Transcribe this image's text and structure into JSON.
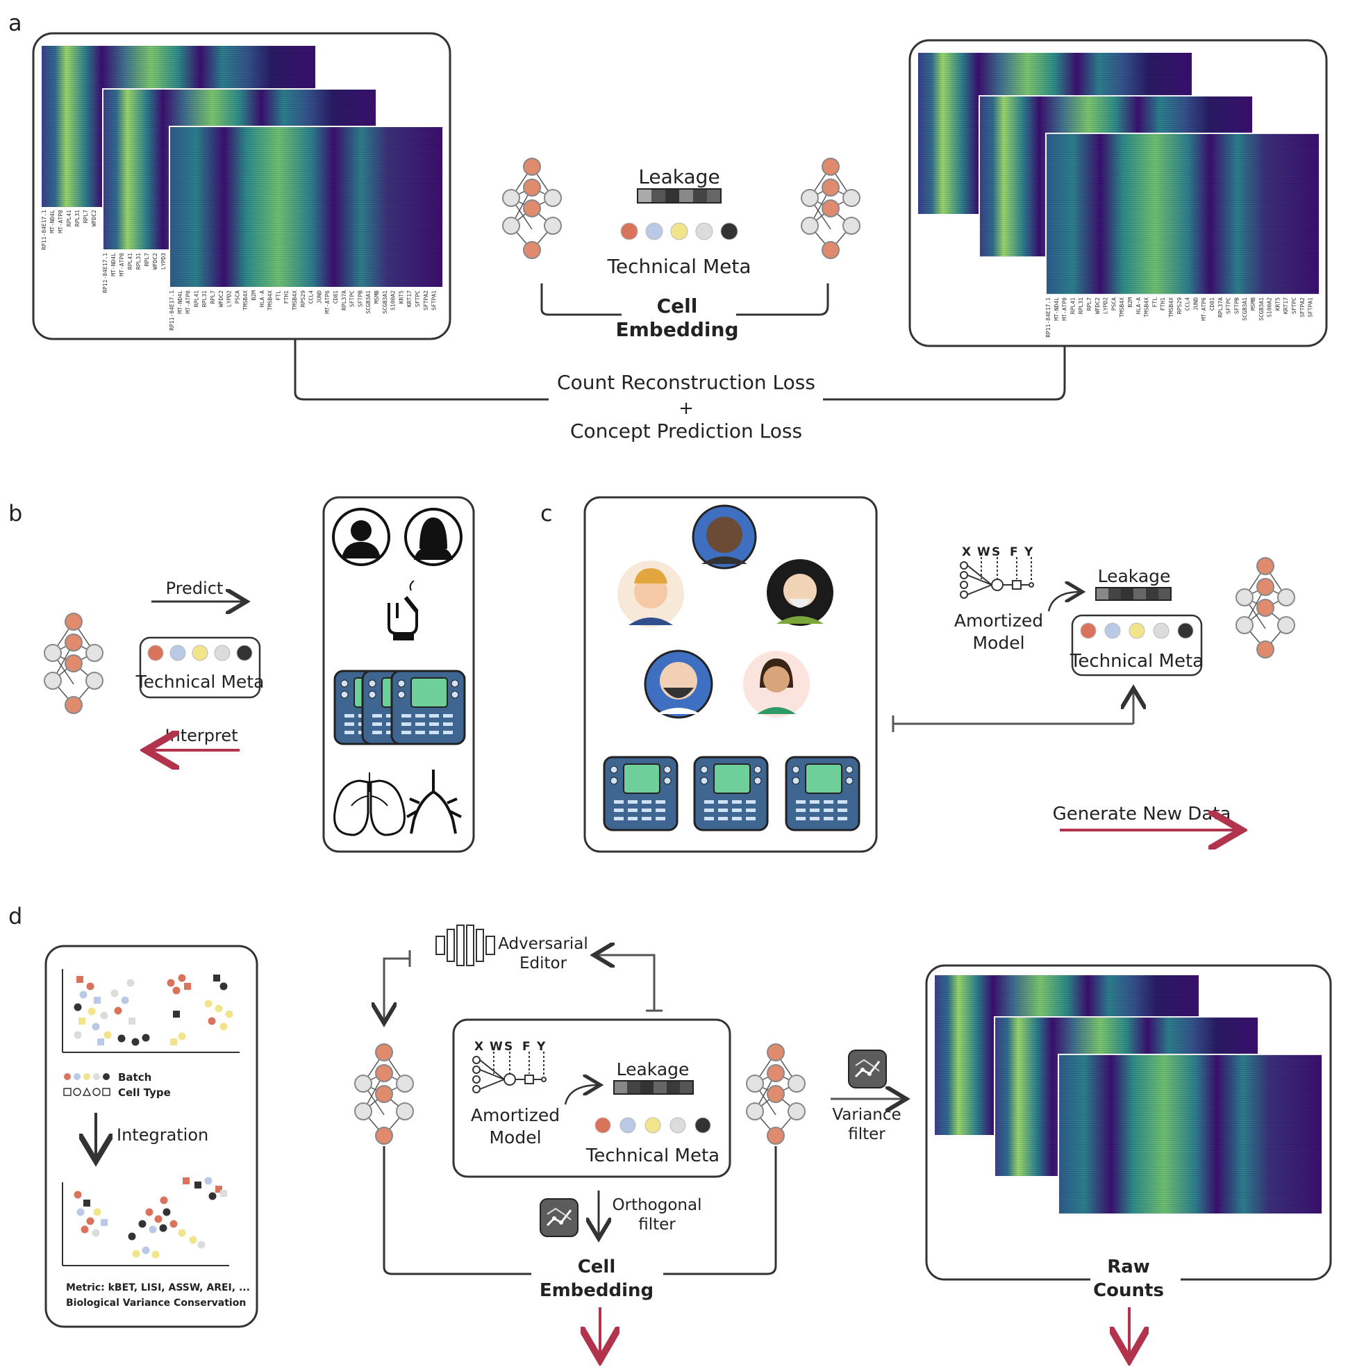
{
  "panels": {
    "a": {
      "letter": "a",
      "leakage": "Leakage",
      "technical_meta": "Technical Meta",
      "cell_embedding_line1": "Cell",
      "cell_embedding_line2": "Embedding",
      "loss_line1": "Count Reconstruction Loss",
      "loss_plus": "+",
      "loss_line2": "Concept Prediction Loss"
    },
    "b": {
      "letter": "b",
      "predict": "Predict",
      "interpret": "Interpret",
      "technical_meta": "Technical Meta"
    },
    "c": {
      "letter": "c",
      "amortized_line1": "Amortized",
      "amortized_line2": "Model",
      "leakage": "Leakage",
      "technical_meta": "Technical Meta",
      "generate": "Generate New Data",
      "causal_letters": [
        "X",
        "W",
        "S",
        "F",
        "Y"
      ]
    },
    "d": {
      "letter": "d",
      "batch": "Batch",
      "cell_type": "Cell Type",
      "integration": "Integration",
      "metric_line1": "Metric: kBET, LISI, ASSW, AREI, ...",
      "metric_line2": "Biological Variance Conservation",
      "adversarial_line1": "Adversarial",
      "adversarial_line2": "Editor",
      "amortized_line1": "Amortized",
      "amortized_line2": "Model",
      "leakage": "Leakage",
      "technical_meta": "Technical Meta",
      "orthogonal_line1": "Orthogonal",
      "orthogonal_line2": "filter",
      "variance_line1": "Variance",
      "variance_line2": "filter",
      "cell_embedding_line1": "Cell",
      "cell_embedding_line2": "Embedding",
      "raw_line1": "Raw",
      "raw_line2": "Counts",
      "causal_letters": [
        "X",
        "W",
        "S",
        "F",
        "Y"
      ]
    }
  },
  "gene_labels": {
    "back": [
      "RP11-84E17.1",
      "MT-ND4L",
      "MT-ATP8",
      "RPL41",
      "RPL31",
      "RPL7",
      "WFDC2"
    ],
    "middle": [
      "RP11-84E17.1",
      "MT-ND4L",
      "MT-ATP8",
      "RPL41",
      "RPL31",
      "RPL7",
      "WFDC2",
      "LYPD3"
    ],
    "front": [
      "RP11-84E17.1",
      "MT-ND4L",
      "MT-ATP8",
      "RPL41",
      "RPL31",
      "RPL7",
      "WFDC2",
      "LYPD2",
      "PSCA",
      "TMSB4X",
      "B2M",
      "HLA-A",
      "TMSB4X",
      "FTL",
      "FTH1",
      "TMSB4X",
      "RPS29",
      "CCL4",
      "JUND",
      "MT-ATP6",
      "CD81",
      "RPL37A",
      "SFTPC",
      "SFTPB",
      "SCGB3A1",
      "MSMB",
      "SCGB3A1",
      "S100A2",
      "KRT5",
      "KRT17",
      "SFTPC",
      "SFTPA2",
      "SFTPA1"
    ]
  },
  "colors": {
    "node_orange": "#e08a6e",
    "node_gray": "#e3e3e3",
    "meta_dots": [
      "#d9735c",
      "#b9c9e6",
      "#f1e48a",
      "#dcdcdc",
      "#333333"
    ],
    "heat_dark": "#3b0f6f",
    "heat_teal": "#2c7f8e",
    "heat_green": "#8fd16a",
    "arrow_red": "#b2344c",
    "device_blue": "#3e6690",
    "device_screen": "#6fcf9a"
  }
}
